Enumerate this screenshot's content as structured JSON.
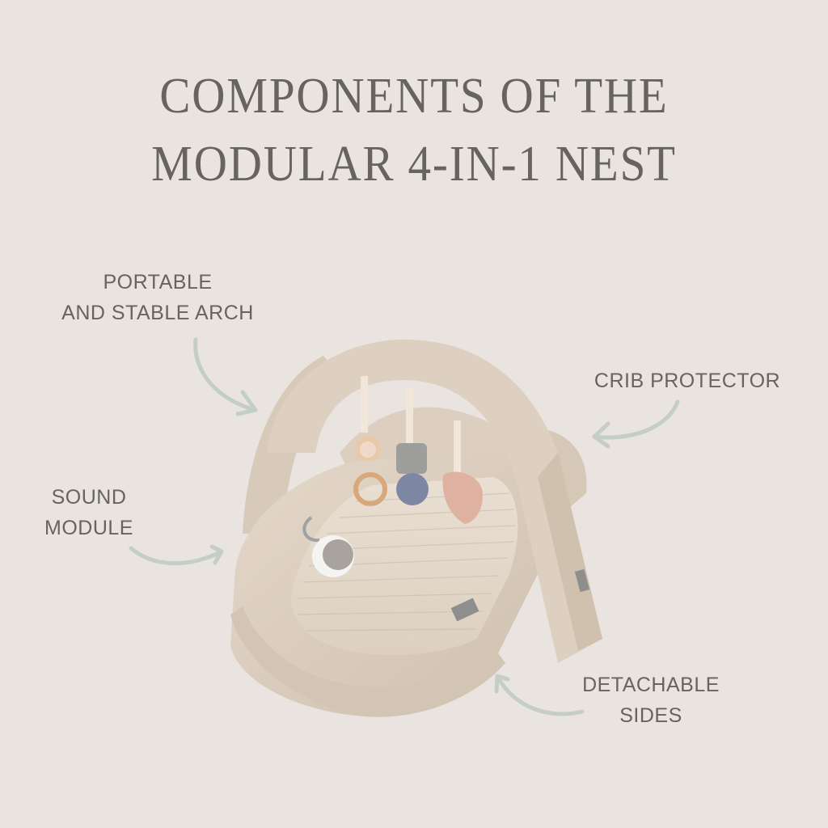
{
  "title": {
    "line1": "COMPONENTS OF THE",
    "line2": "MODULAR 4-IN-1 NEST"
  },
  "labels": {
    "arch": {
      "line1": "PORTABLE",
      "line2": "AND STABLE ARCH"
    },
    "crib_protector": {
      "line1": "CRIB PROTECTOR"
    },
    "sound_module": {
      "line1": "SOUND",
      "line2": "MODULE"
    },
    "detachable_sides": {
      "line1": "DETACHABLE",
      "line2": "SIDES"
    }
  },
  "colors": {
    "background": "#e9e4e0",
    "text": "#67635e",
    "arrow": "#c5cdc7",
    "fabric": "#ddd0c1"
  }
}
